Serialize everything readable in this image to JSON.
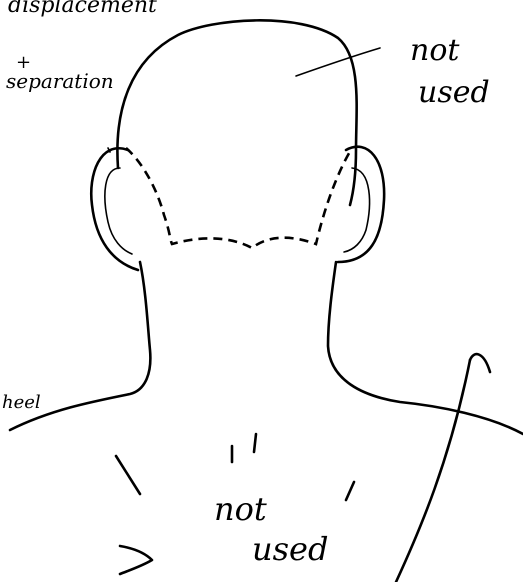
{
  "annotations": {
    "top_left_line1": "displacement",
    "top_left_line2": "+",
    "top_left_line3": "separation",
    "top_right_line1": "not",
    "top_right_line2": "used",
    "left_side": "heel",
    "bottom_line1": "not",
    "bottom_line2": "used"
  },
  "colors": {
    "ink": "#000000",
    "paper": "#ffffff"
  }
}
